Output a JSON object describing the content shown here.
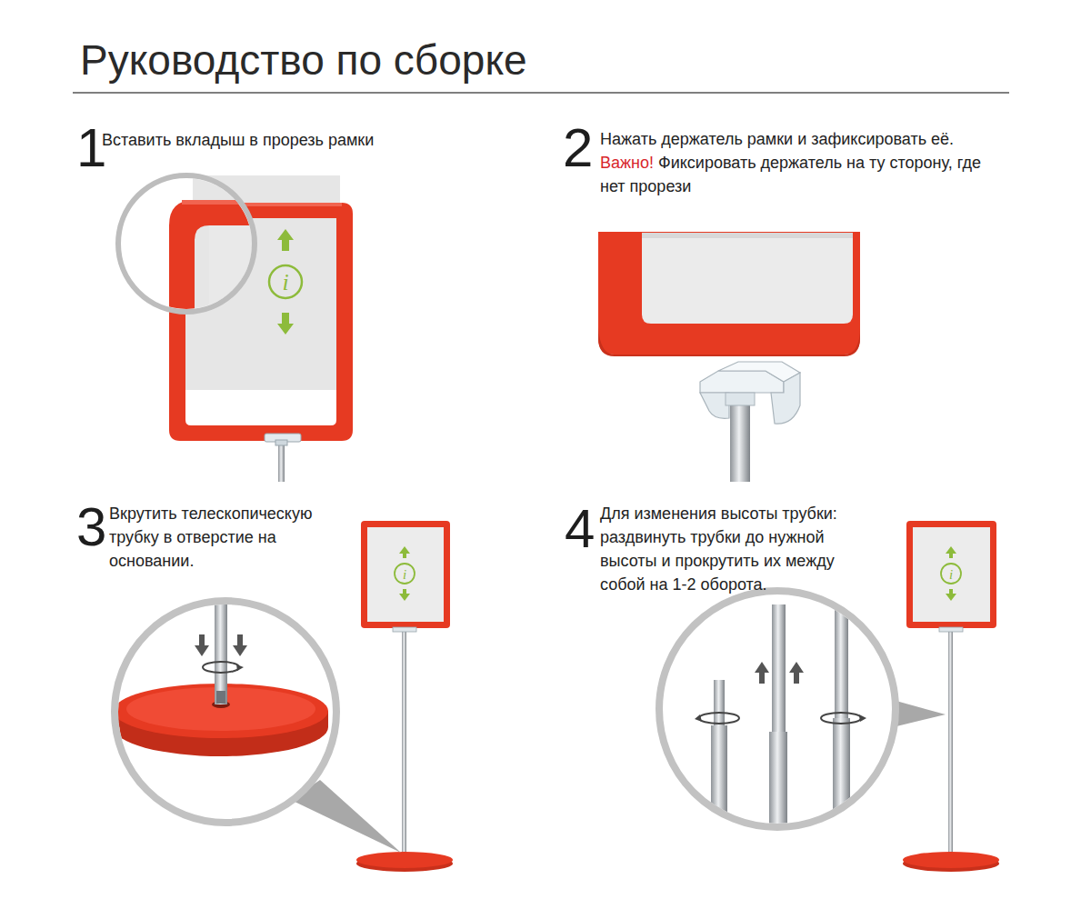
{
  "diagram": {
    "title": "Руководство по сборке",
    "labels": [
      "1",
      "Вставить вкладыш в прорезь рамки",
      "i",
      "2",
      "Нажать держатель рамки и зафиксировать её.",
      "Важно!",
      "Фиксировать держатель на ту сторону, где нет прорези",
      "3",
      "Вкрутить телескопическую трубку в отверстие на основании.",
      "i",
      "4",
      "Для изменения высоты трубки: раздвинуть трубки до нужной высоты и прокрутить их между собой на 1-2 оборота.",
      "i"
    ]
  }
}
